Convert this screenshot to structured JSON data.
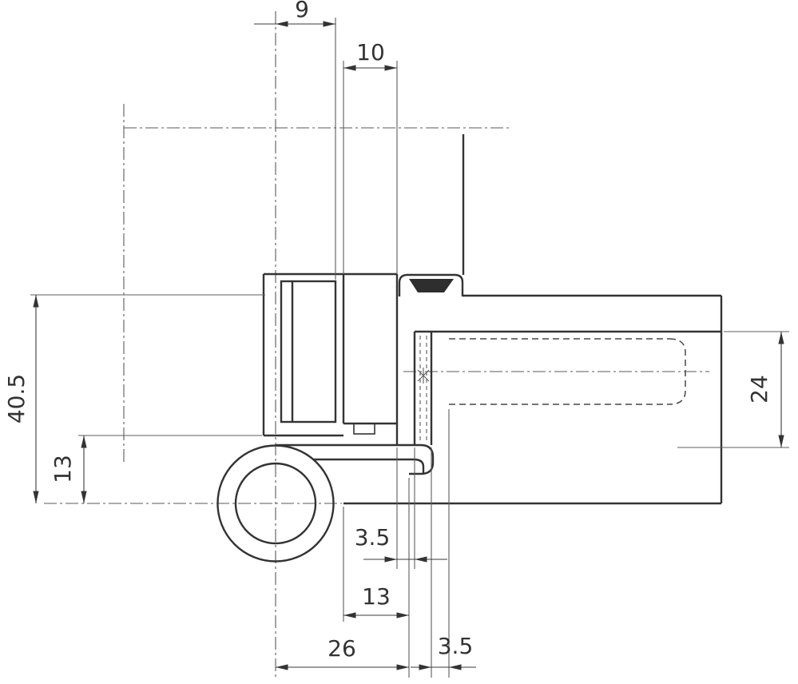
{
  "drawing": {
    "background_color": "#ffffff",
    "line_color": "#333333",
    "dimensions": {
      "pin_to_leaf_offset": "9",
      "leaf_pocket_width": "10",
      "overall_height": "40.5",
      "knuckle_to_leaf_height": "13",
      "frame_pocket_height": "24",
      "rebate_gap": "3.5",
      "leaf_inset": "13",
      "pin_to_frame_edge": "26",
      "frame_gap": "3.5"
    }
  }
}
